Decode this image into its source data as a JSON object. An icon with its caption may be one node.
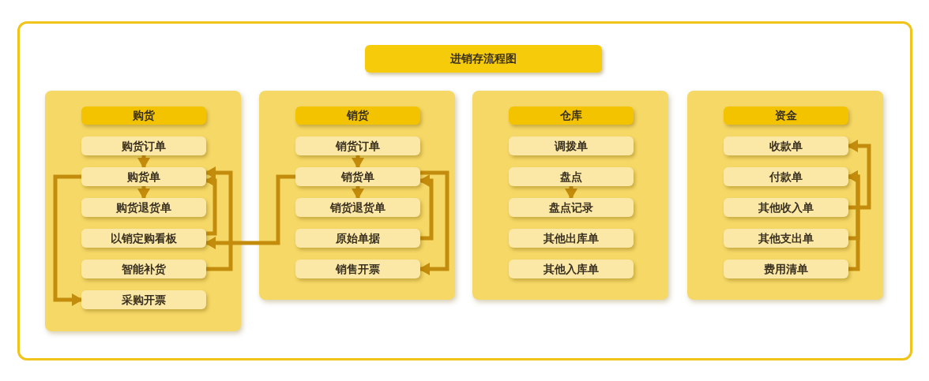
{
  "diagram": {
    "title": "进销存流程图",
    "nodes": [
      {
        "text": [
          "购货"
        ]
      },
      {
        "text": [
          "购货订单"
        ],
        "in": 0
      },
      {
        "text": [
          "购货单"
        ],
        "in": 0
      },
      {
        "text": [
          "购货退货单"
        ],
        "in": 0
      },
      {
        "text": [
          "以销定购看板"
        ],
        "in": 0
      },
      {
        "text": [
          "智能补货"
        ],
        "in": 0
      },
      {
        "text": [
          "采购开票"
        ],
        "in": 0
      },
      {
        "text": [
          "销货"
        ]
      },
      {
        "text": [
          "销货订单"
        ],
        "in": 7
      },
      {
        "text": [
          "销货单"
        ],
        "in": 7
      },
      {
        "text": [
          "销货退货单"
        ],
        "in": 7
      },
      {
        "text": [
          "原始单据"
        ],
        "in": 7
      },
      {
        "text": [
          "销售开票"
        ],
        "in": 7
      },
      {
        "text": [
          "仓库"
        ]
      },
      {
        "text": [
          "调拨单"
        ],
        "in": 13
      },
      {
        "text": [
          "盘点"
        ],
        "in": 13
      },
      {
        "text": [
          "盘点记录"
        ],
        "in": 13
      },
      {
        "text": [
          "其他出库单"
        ],
        "in": 13
      },
      {
        "text": [
          "其他入库单"
        ],
        "in": 13
      },
      {
        "text": [
          "资金"
        ]
      },
      {
        "text": [
          "收款单"
        ],
        "in": 19
      },
      {
        "text": [
          "付款单"
        ],
        "in": 19
      },
      {
        "text": [
          "其他收入单"
        ],
        "in": 19
      },
      {
        "text": [
          "其他支出单"
        ],
        "in": 19
      },
      {
        "text": [
          "费用清单"
        ],
        "in": 19
      }
    ],
    "edges": [
      {
        "from": 1,
        "to": 2,
        "arrow": "to"
      },
      {
        "from": 2,
        "to": 3,
        "arrow": "to"
      },
      {
        "from": 2,
        "to": 6,
        "arrow": "to"
      },
      {
        "from": 4,
        "to": 2,
        "arrow": "to"
      },
      {
        "from": 5,
        "to": 2,
        "arrow": "to"
      },
      {
        "from": 9,
        "to": 4,
        "arrow": "to"
      },
      {
        "from": 8,
        "to": 9,
        "arrow": "to"
      },
      {
        "from": 9,
        "to": 10,
        "arrow": "to"
      },
      {
        "from": 11,
        "to": 9,
        "arrow": "to"
      },
      {
        "from": 9,
        "to": 12,
        "arrow": "to"
      },
      {
        "from": 15,
        "to": 16,
        "arrow": "to"
      },
      {
        "from": 22,
        "to": 20,
        "arrow": "to"
      },
      {
        "from": 23,
        "to": 21,
        "arrow": "to"
      },
      {
        "from": 24,
        "to": 21,
        "arrow": "to"
      }
    ]
  }
}
